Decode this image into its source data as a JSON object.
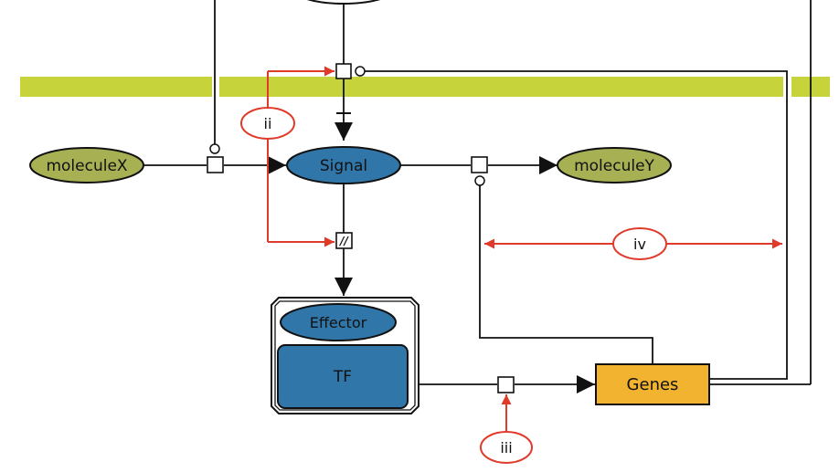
{
  "nodes": {
    "molecule_x": "moleculeX",
    "signal": "Signal",
    "molecule_y": "moleculeY",
    "effector": "Effector",
    "tf": "TF",
    "genes": "Genes"
  },
  "process_marks": {
    "uncertain": "//"
  },
  "annotations": {
    "ii": "ii",
    "iii": "iii",
    "iv": "iv"
  },
  "colors": {
    "membrane": "#c6d33b",
    "simple_chemical": "#a7b053",
    "macromolecule": "#3176a8",
    "gene": "#f2b331",
    "annotation": "#e03a2b",
    "line": "#111111"
  }
}
